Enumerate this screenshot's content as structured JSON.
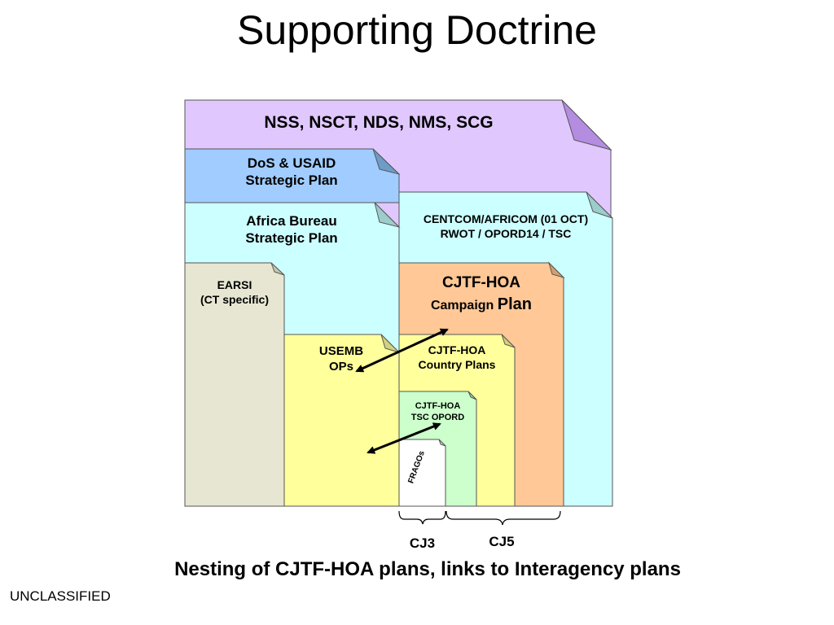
{
  "title": "Supporting Doctrine",
  "documents": {
    "national": {
      "label": "NSS, NSCT, NDS, NMS, SCG",
      "color": "#e0c8ff"
    },
    "dos_usaid": {
      "line1": "DoS & USAID",
      "line2": "Strategic Plan",
      "color": "#a0ccff"
    },
    "africa_bureau": {
      "line1": "Africa Bureau",
      "line2": "Strategic Plan",
      "color": "#ccffff"
    },
    "centcom": {
      "line1": "CENTCOM/AFRICOM (01 OCT)",
      "line2": "RWOT / OPORD14 / TSC",
      "color": "#ccffff"
    },
    "earsi": {
      "line1": "EARSI",
      "line2": "(CT specific)",
      "color": "#e6e6d2"
    },
    "cjtf_campaign": {
      "line1": "CJTF-HOA",
      "line2a": "Campaign",
      "line2b": "Plan",
      "color": "#ffc896"
    },
    "usemb": {
      "line1": "USEMB",
      "line2": "OPs",
      "color": "#ffff9c"
    },
    "cjtf_country": {
      "line1": "CJTF-HOA",
      "line2": "Country Plans",
      "color": "#ffff9c"
    },
    "cjtf_tsc": {
      "line1": "CJTF-HOA",
      "line2": "TSC OPORD",
      "color": "#ccffcc"
    },
    "fragos": {
      "label": "FRAGOs",
      "color": "#ffffff"
    }
  },
  "braces": {
    "left": "CJ3",
    "right": "CJ5"
  },
  "caption": "Nesting of CJTF-HOA plans, links to Interagency plans",
  "classification": "UNCLASSIFIED"
}
